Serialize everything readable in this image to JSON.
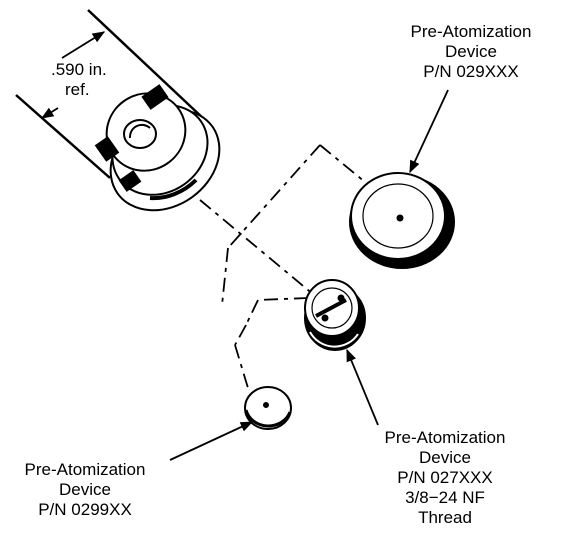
{
  "dimension": {
    "value": ".590 in.",
    "note": "ref."
  },
  "labels": {
    "top_right": {
      "line1": "Pre-Atomization",
      "line2": "Device",
      "line3": "P/N 029XXX"
    },
    "bottom_right": {
      "line1": "Pre-Atomization",
      "line2": "Device",
      "line3": "P/N 027XXX",
      "line4": "3/8−24 NF",
      "line5": "Thread"
    },
    "bottom_left": {
      "line1": "Pre-Atomization",
      "line2": "Device",
      "line3": "P/N 0299XX"
    }
  }
}
